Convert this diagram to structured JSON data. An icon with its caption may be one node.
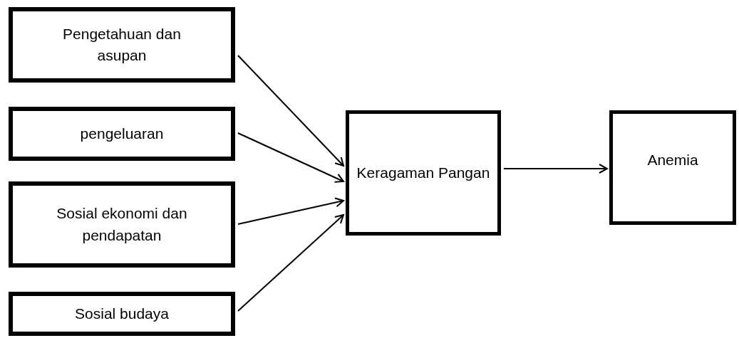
{
  "diagram": {
    "nodes": [
      {
        "text": [
          "Pengetahuan dan asupan"
        ]
      },
      {
        "text": [
          "pengeluaran"
        ]
      },
      {
        "text": [
          "Sosial ekonomi dan pendapatan"
        ]
      },
      {
        "text": [
          "Sosial budaya"
        ]
      },
      {
        "text": [
          "Keragaman Pangan"
        ]
      },
      {
        "text": [
          "Anemia"
        ]
      }
    ],
    "edges": [
      {
        "from": 0,
        "to": 4,
        "arrow": "to"
      },
      {
        "from": 1,
        "to": 4,
        "arrow": "to"
      },
      {
        "from": 2,
        "to": 4,
        "arrow": "to"
      },
      {
        "from": 3,
        "to": 4,
        "arrow": "to"
      },
      {
        "from": 4,
        "to": 5,
        "arrow": "to"
      }
    ]
  }
}
